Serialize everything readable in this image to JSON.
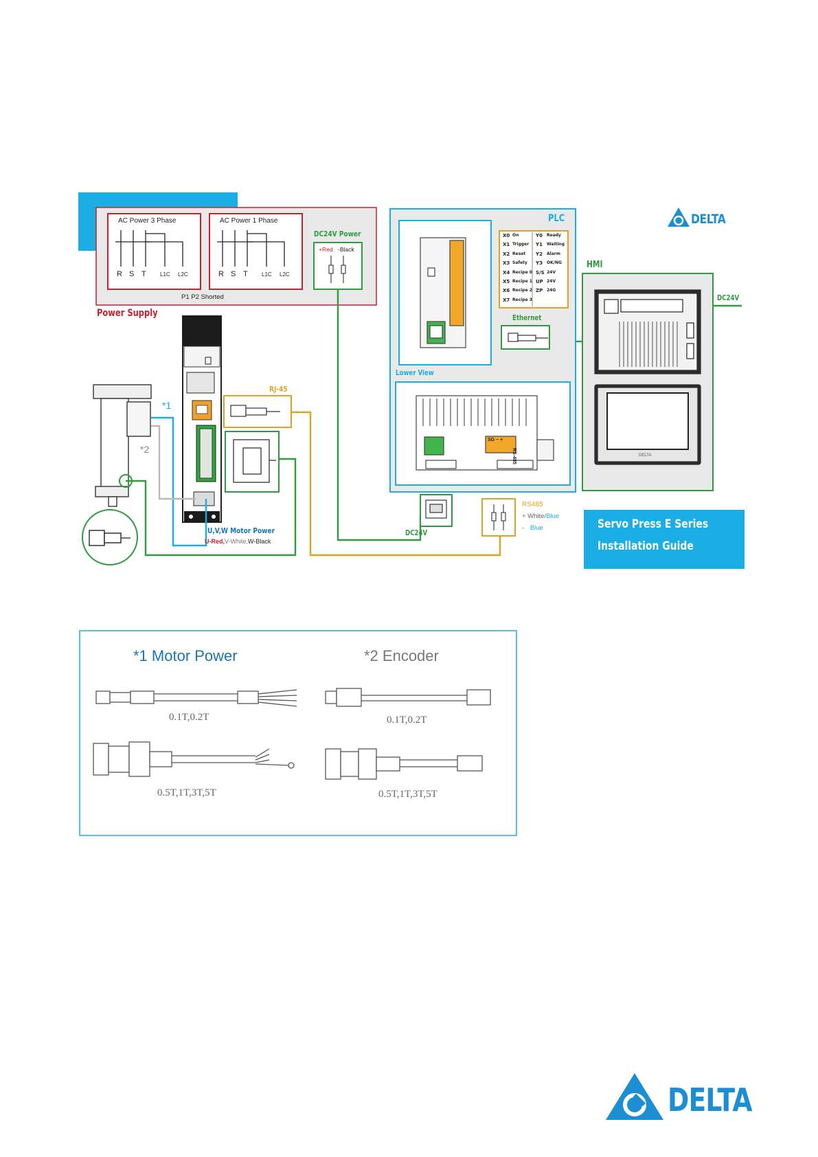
{
  "power_supply": {
    "title": "Power Supply",
    "ac3_label": "AC Power 3 Phase",
    "ac1_label": "AC Power 1 Phase",
    "terminals": [
      "R",
      "S",
      "T",
      "L1C",
      "L2C"
    ],
    "p1p2": "P1 P2 Shorted",
    "dc24_title": "DC24V Power",
    "dc24_red": "+Red",
    "dc24_black": "-Black"
  },
  "servo": {
    "rj45_label": "RJ-45",
    "motor_ref": "*1",
    "encoder_ref": "*2",
    "uvw_title": "U,V,W Motor Power",
    "uvw_u": "U-Red,",
    "uvw_v": "V-White,",
    "uvw_w": "W-Black"
  },
  "plc": {
    "title": "PLC",
    "io": [
      {
        "x": "X0",
        "xl": "On",
        "y": "Y0",
        "yl": "Ready"
      },
      {
        "x": "X1",
        "xl": "Trigger",
        "y": "Y1",
        "yl": "Waiting"
      },
      {
        "x": "X2",
        "xl": "Reset",
        "y": "Y2",
        "yl": "Alarm"
      },
      {
        "x": "X3",
        "xl": "Safety",
        "y": "Y3",
        "yl": "OK/NG"
      },
      {
        "x": "X4",
        "xl": "Recipe 0",
        "y": "S/S",
        "yl": "24V"
      },
      {
        "x": "X5",
        "xl": "Recipe 1",
        "y": "UP",
        "yl": "24V"
      },
      {
        "x": "X6",
        "xl": "Recipe 2",
        "y": "ZP",
        "yl": "24G"
      },
      {
        "x": "X7",
        "xl": "Recipe 3",
        "y": "",
        "yl": ""
      }
    ],
    "ethernet_label": "Ethernet",
    "lower_view_label": "Lower View",
    "sg_label": "SG − +",
    "rs485_tag": "RS-485",
    "dc24v_label": "DC24V"
  },
  "rs485": {
    "title": "RS485",
    "plus_prefix": "+ White/",
    "plus_blue": "Blue",
    "minus_prefix": "-",
    "minus_blue": "Blue"
  },
  "hmi": {
    "title": "HMI",
    "dc24v_label": "DC24V",
    "brand_small": "DELTA"
  },
  "brand": {
    "name": "DELTA"
  },
  "guide": {
    "line1": "Servo Press  E Series",
    "line2": "Installation Guide"
  },
  "cables": {
    "motor_title": "*1 Motor Power",
    "encoder_title": "*2 Encoder",
    "motor_small": "0.1T,0.2T",
    "motor_large": "0.5T,1T,3T,5T",
    "encoder_small": "0.1T,0.2T",
    "encoder_large": "0.5T,1T,3T,5T"
  },
  "colors": {
    "cyan": "#1aaee4",
    "red": "#c8202f",
    "green": "#2f9b3f",
    "orange": "#e0a31f",
    "delta_blue": "#1c8fd4",
    "blue_text": "#1776b8"
  }
}
